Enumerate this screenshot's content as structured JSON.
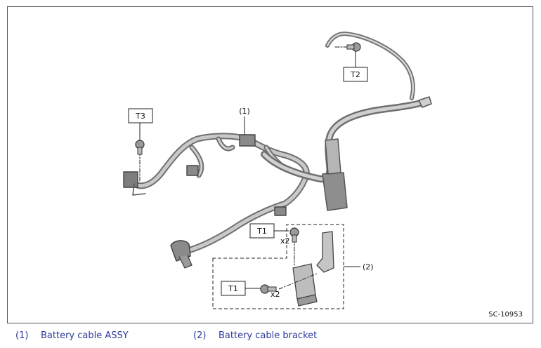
{
  "diagram": {
    "callouts": {
      "battery_cable_assy": "(1)",
      "battery_cable_bracket": "(2)"
    },
    "torque_labels": {
      "t1_upper": "T1",
      "t1_lower": "T1",
      "t2": "T2",
      "t3": "T3"
    },
    "quantity_marks": {
      "upper_bolt": "x2",
      "lower_bolt": "x2"
    },
    "figure_code": "SC-10953"
  },
  "legend": [
    {
      "number": "(1)",
      "text": "Battery cable ASSY"
    },
    {
      "number": "(2)",
      "text": "Battery cable bracket"
    }
  ]
}
